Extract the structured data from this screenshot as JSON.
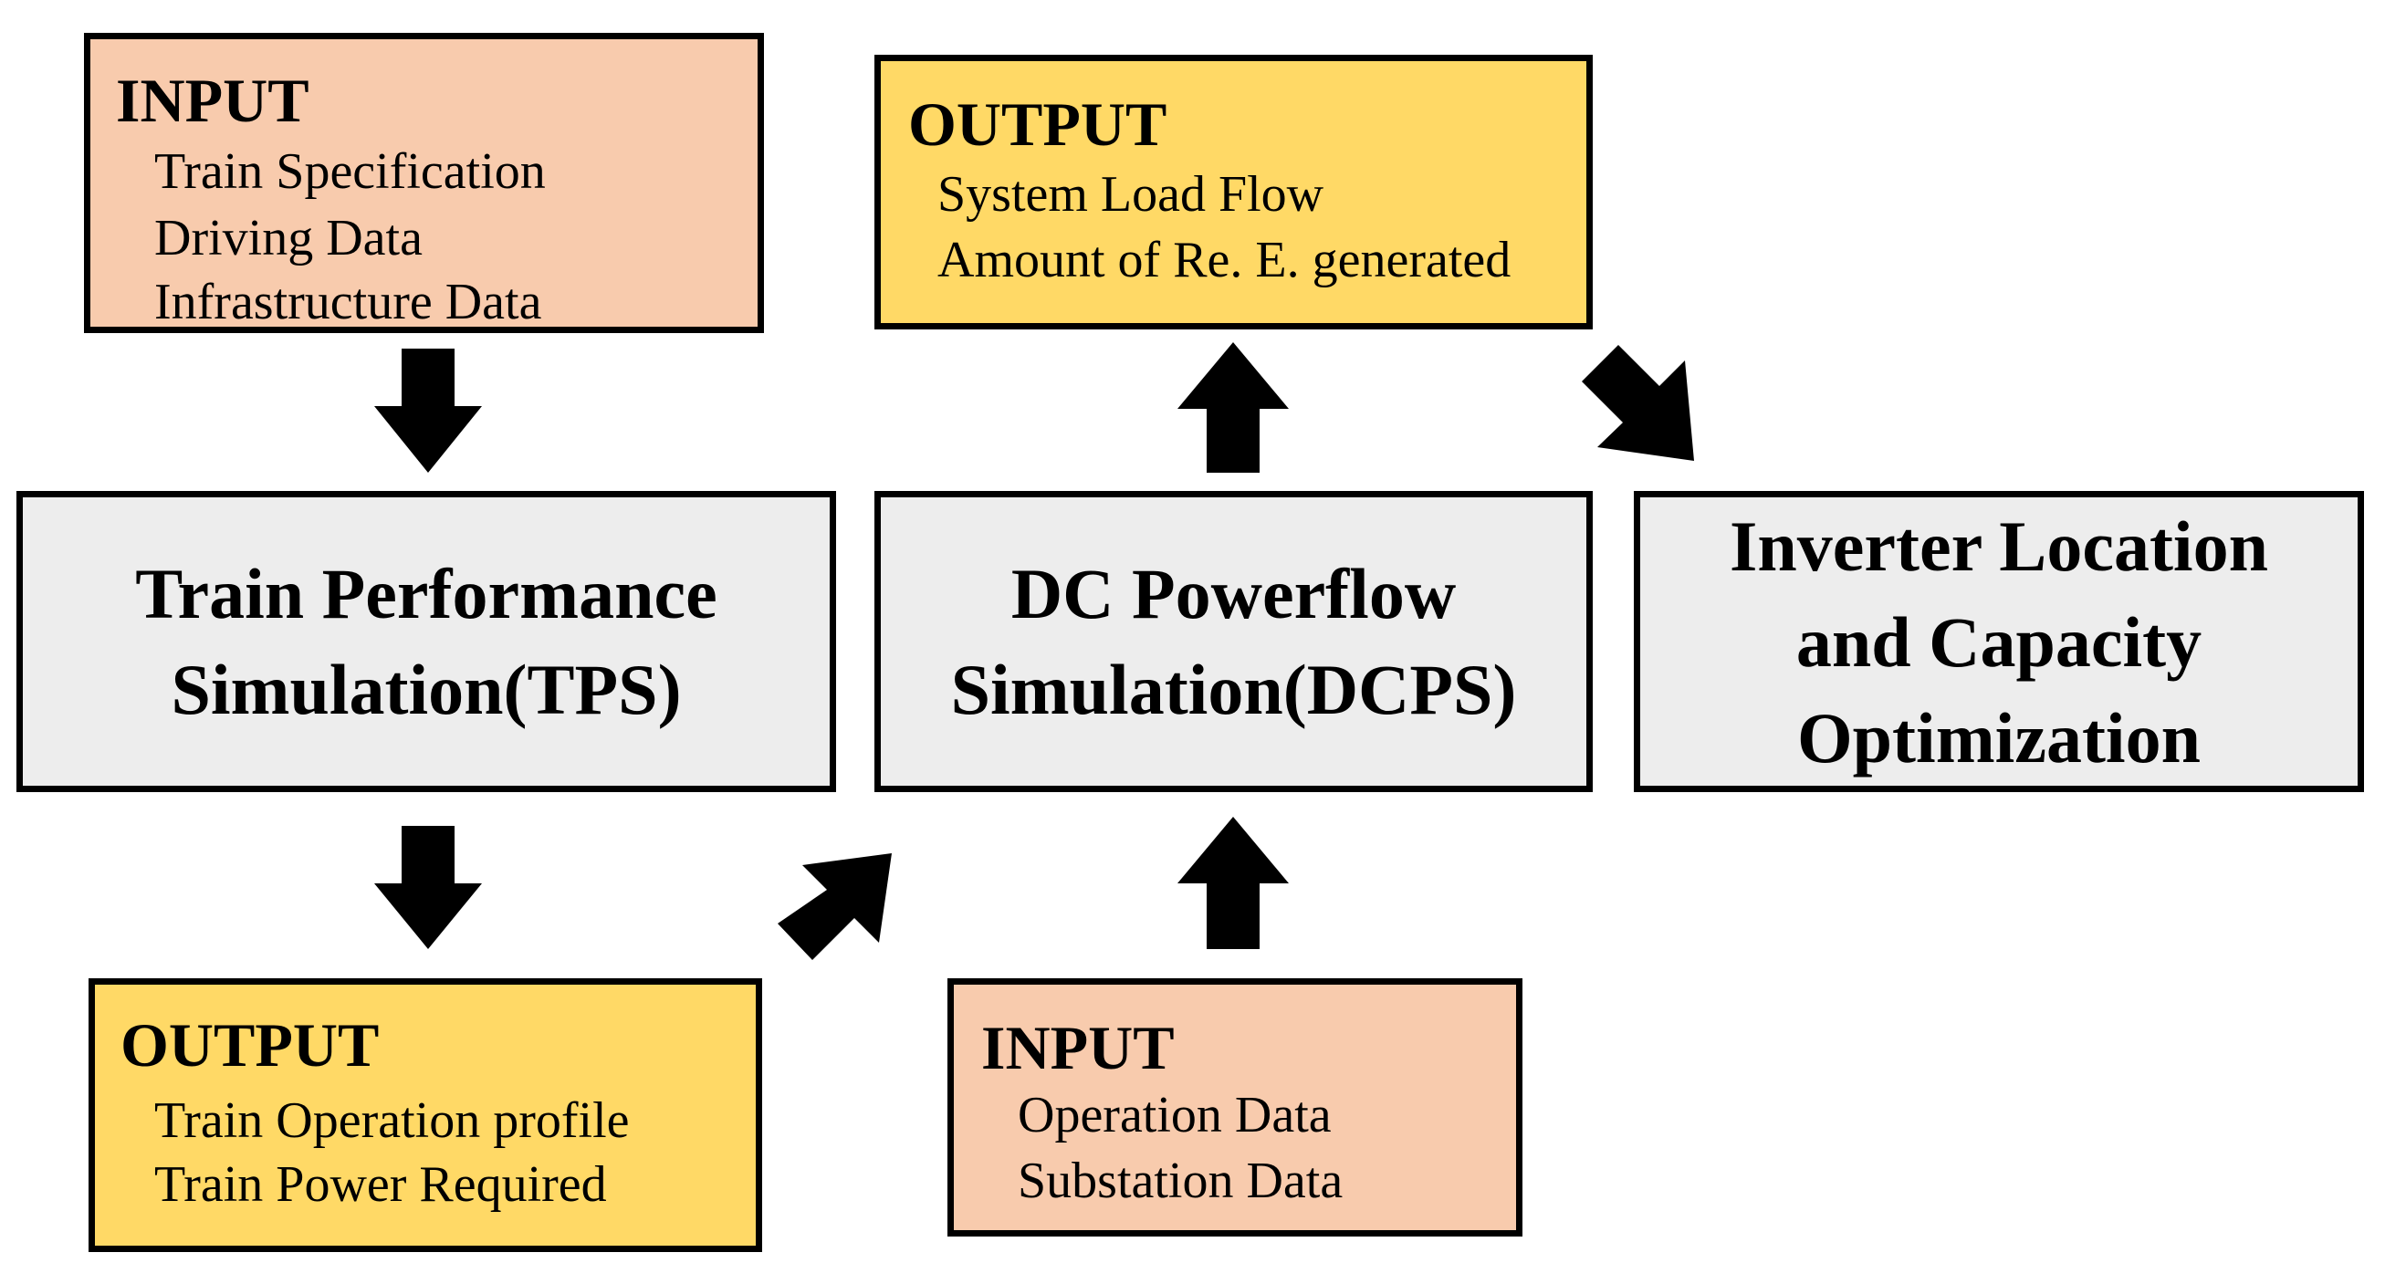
{
  "input_top": {
    "title": "INPUT",
    "items": [
      "Train Specification",
      "Driving Data",
      "Infrastructure Data"
    ]
  },
  "output_top": {
    "title": "OUTPUT",
    "items": [
      "System Load Flow",
      "Amount of Re. E. generated"
    ]
  },
  "process_tps": {
    "lines": [
      "Train Performance",
      "Simulation(TPS)"
    ]
  },
  "process_dcps": {
    "lines": [
      "DC Powerflow",
      "Simulation(DCPS)"
    ]
  },
  "process_opt": {
    "lines": [
      "Inverter Location",
      "and Capacity",
      "Optimization"
    ]
  },
  "output_bottom": {
    "title": "OUTPUT",
    "items": [
      "Train Operation profile",
      "Train Power Required"
    ]
  },
  "input_bottom": {
    "title": "INPUT",
    "items": [
      "Operation Data",
      "Substation Data"
    ]
  },
  "colors": {
    "input_fill": "#f8cbad",
    "output_fill": "#ffd966",
    "process_fill": "#ededed",
    "border": "#000000",
    "arrow": "#000000"
  }
}
